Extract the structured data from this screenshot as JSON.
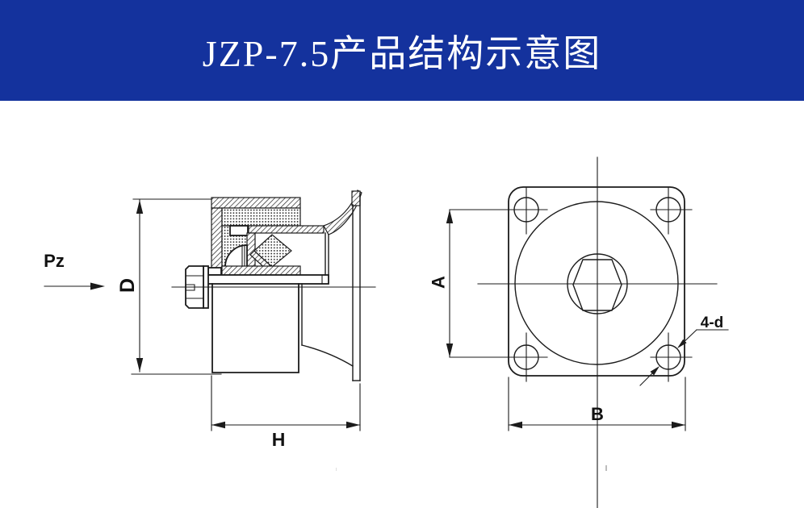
{
  "header": {
    "title": "JZP-7.5产品结构示意图"
  },
  "labels": {
    "pz": "Pz",
    "d": "D",
    "h": "H",
    "a": "A",
    "b": "B",
    "four_d": "4-d"
  },
  "colors": {
    "banner_bg": "#14329D",
    "banner_text": "#FFFFFF",
    "line": "#1B1B1B",
    "paper": "#FFFFFF"
  }
}
